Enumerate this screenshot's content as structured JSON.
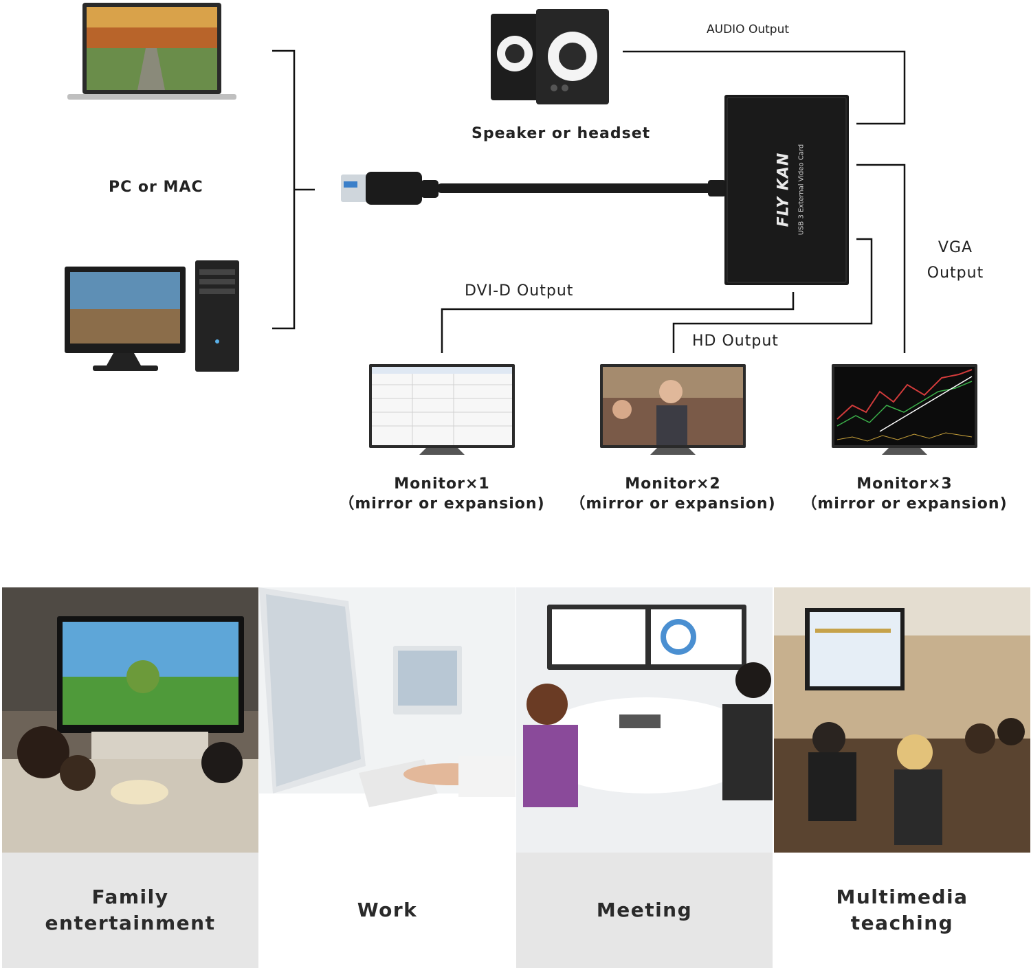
{
  "sources": {
    "label": "PC or MAC"
  },
  "speaker": {
    "label": "Speaker or headset"
  },
  "adapter": {
    "brand": "FLY KAN",
    "subtitle": "USB 3 External Video Card"
  },
  "outputs": {
    "audio": "AUDIO Output",
    "dvi": "DVI-D Output",
    "hd": "HD Output",
    "vga_line1": "VGA",
    "vga_line2": "Output"
  },
  "monitors": [
    {
      "title": "Monitor×1",
      "mode": "（mirror or expansion)"
    },
    {
      "title": "Monitor×2",
      "mode": "（mirror or expansion)"
    },
    {
      "title": "Monitor×3",
      "mode": "（mirror or expansion)"
    }
  ],
  "scenarios": [
    {
      "caption": "Family\nentertainment"
    },
    {
      "caption": "Work"
    },
    {
      "caption": "Meeting"
    },
    {
      "caption": "Multimedia\nteaching"
    }
  ],
  "colors": {
    "line": "#111111",
    "device": "#1a1a1a",
    "caption_bg": "#e6e6e6"
  }
}
